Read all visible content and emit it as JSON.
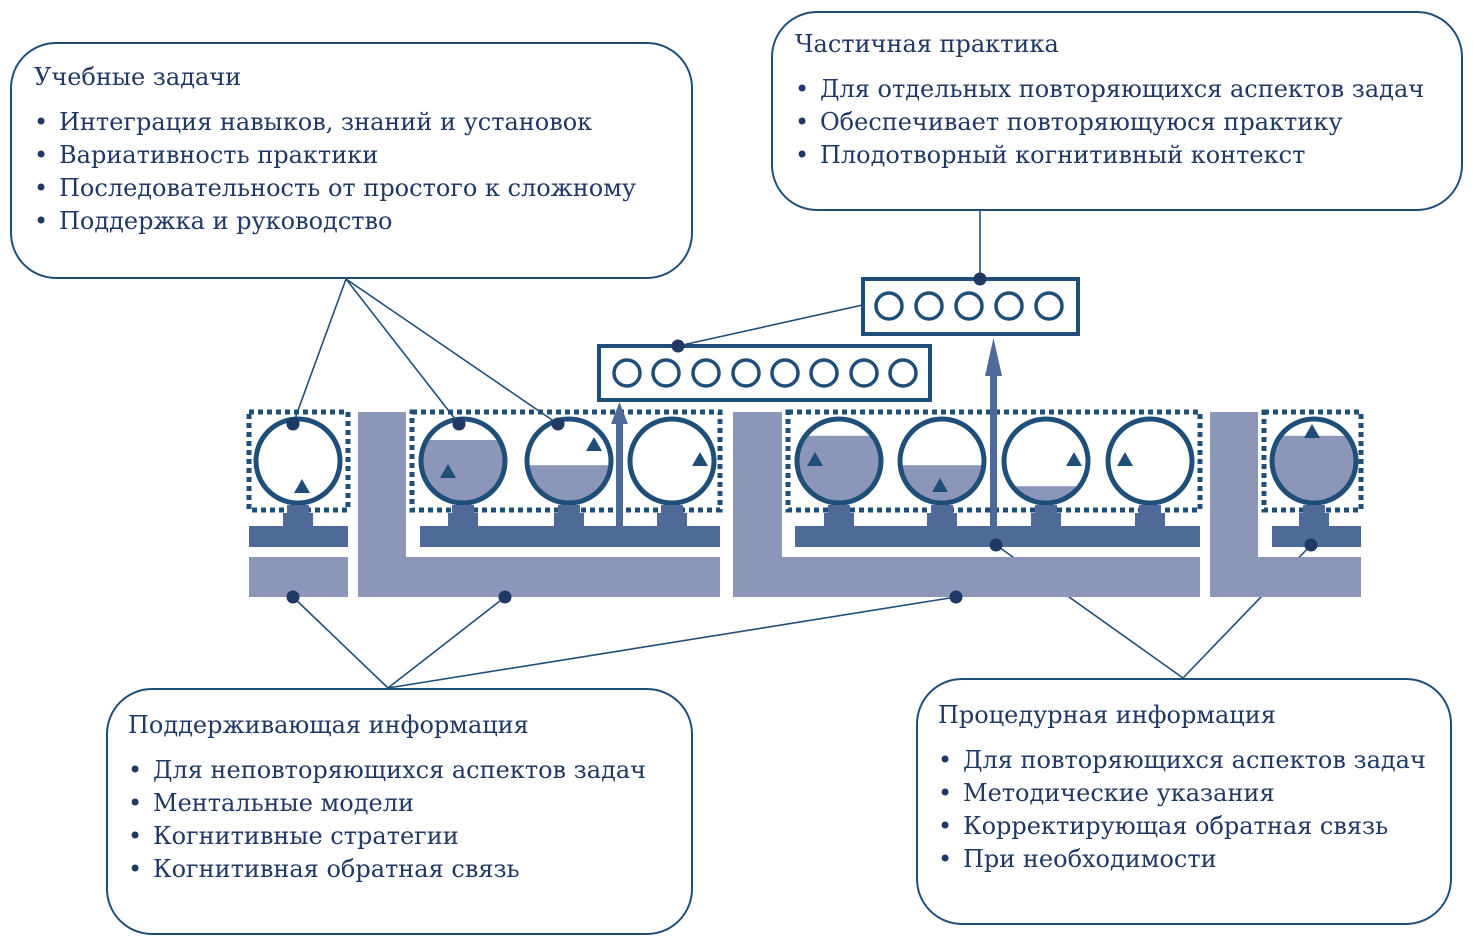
{
  "learning_tasks": {
    "title": "Учебные задачи",
    "items": [
      "Интеграция навыков, знаний и установок",
      "Вариативность практики",
      "Последовательность от простого к сложному",
      "Поддержка и руководство"
    ]
  },
  "part_task_practice": {
    "title": "Частичная практика",
    "items": [
      "Для отдельных повторяющихся аспектов задач",
      "Обеспечивает повторяющуюся практику",
      "Плодотворный когнитивный контекст"
    ]
  },
  "supportive_information": {
    "title": "Поддерживающая информация",
    "items": [
      "Для неповторяющихся аспектов задач",
      "Ментальные модели",
      "Когнитивные стратегии",
      "Когнитивная обратная связь"
    ]
  },
  "procedural_information": {
    "title": "Процедурная информация",
    "items": [
      "Для повторяющихся аспектов задач",
      "Методические указания",
      "Корректирующая обратная связь",
      "При необходимости"
    ]
  },
  "colors": {
    "dark_blue": "#1f4e79",
    "bar_dark": "#4f6a99",
    "bar_light": "#8c96b8",
    "fill": "#8c96b8"
  },
  "task_classes": [
    {
      "tasks": [
        {
          "fill": 0.0
        }
      ]
    },
    {
      "tasks": [
        {
          "fill": 0.75
        },
        {
          "fill": 0.45
        },
        {
          "fill": 0.0
        }
      ]
    },
    {
      "tasks": [
        {
          "fill": 0.8
        },
        {
          "fill": 0.45
        },
        {
          "fill": 0.2
        },
        {
          "fill": 0.0
        }
      ]
    },
    {
      "tasks": [
        {
          "fill": 0.8
        }
      ]
    }
  ],
  "part_task_groups": [
    {
      "circles": 8
    },
    {
      "circles": 5
    }
  ]
}
